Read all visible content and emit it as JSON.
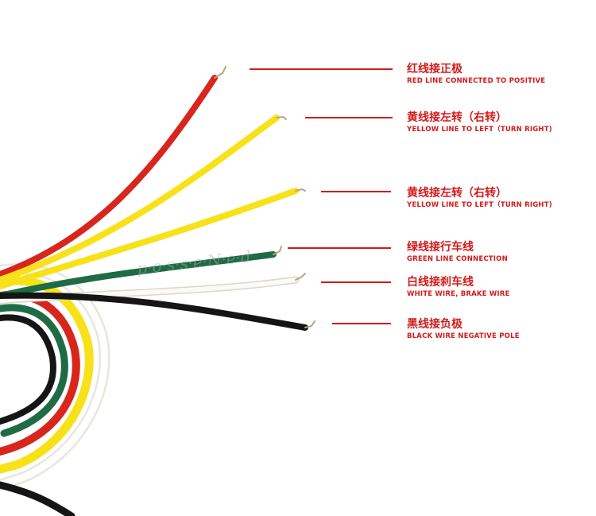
{
  "labels": [
    {
      "id": "red",
      "zh": "红线接正极",
      "en": "RED LINE CONNECTED TO POSITIVE"
    },
    {
      "id": "yellow1",
      "zh": "黄线接左转（右转）",
      "en": "YELLOW LINE TO LEFT（TURN RIGHT)"
    },
    {
      "id": "yellow2",
      "zh": "黄线接左转（右转）",
      "en": "YELLOW LINE TO LEFT（TURN RIGHT)"
    },
    {
      "id": "green",
      "zh": "绿线接行车线",
      "en": "GREEN LINE CONNECTION"
    },
    {
      "id": "white",
      "zh": "白线接刹车线",
      "en": "WHITE WIRE, BRAKE WIRE"
    },
    {
      "id": "black",
      "zh": "黑线接负极",
      "en": "BLACK WIRE NEGATIVE POLE"
    }
  ],
  "colors": {
    "label": "#d41a1a",
    "red_wire": "#d8261c",
    "yellow_wire": "#f7e21a",
    "green_wire": "#1e6b45",
    "white_wire": "#f6f4ee",
    "black_wire": "#151515"
  }
}
